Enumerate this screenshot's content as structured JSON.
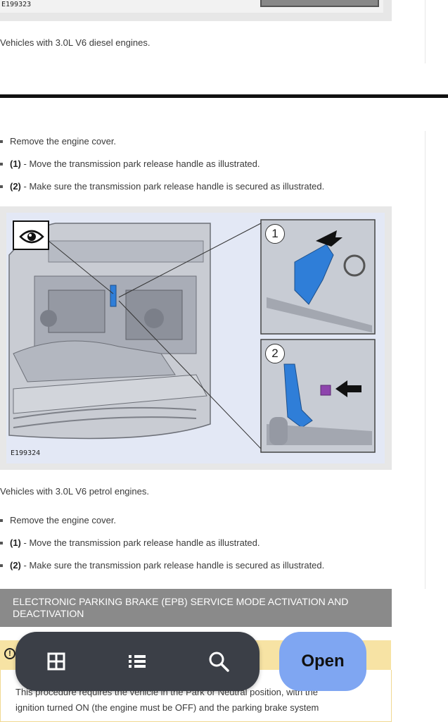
{
  "figure_top": {
    "caption": "E199323"
  },
  "text_diesel": "Vehicles with 3.0L V6 diesel engines.",
  "steps_a": [
    {
      "num": "",
      "text": "Remove the engine cover."
    },
    {
      "num": "(1)",
      "text": " - Move the transmission park release handle as illustrated."
    },
    {
      "num": "(2)",
      "text": " - Make sure the transmission park release handle is secured as illustrated."
    }
  ],
  "figure_main": {
    "caption": "E199324",
    "callout_1": "1",
    "callout_2": "2"
  },
  "text_petrol": "Vehicles with 3.0L V6 petrol engines.",
  "steps_b": [
    {
      "num": "",
      "text": "Remove the engine cover."
    },
    {
      "num": "(1)",
      "text": " - Move the transmission park release handle as illustrated."
    },
    {
      "num": "(2)",
      "text": " - Make sure the transmission park release handle is secured as illustrated."
    }
  ],
  "section_header": "ELECTRONIC PARKING BRAKE (EPB) SERVICE MODE ACTIVATION AND DEACTIVATION",
  "caution": {
    "title_visible": "CA",
    "title_tail": "N",
    "body_line1": "This procedure requires the vehicle in the Park or Neutral position, with the",
    "body_line2": "ignition turned ON (the engine must be OFF) and the parking brake system"
  },
  "toolbar": {
    "grid_icon": "grid-icon",
    "list_icon": "list-icon",
    "search_icon": "search-icon",
    "open_label": "Open"
  },
  "colors": {
    "section_header_bg": "#8a8a8a",
    "caution_bg": "#f7e3a4",
    "toolbar_bg": "#3b3f47",
    "open_button_bg": "#7fa6f2",
    "highlight_blue": "#2f7ed8",
    "highlight_purple": "#8e44ad"
  }
}
